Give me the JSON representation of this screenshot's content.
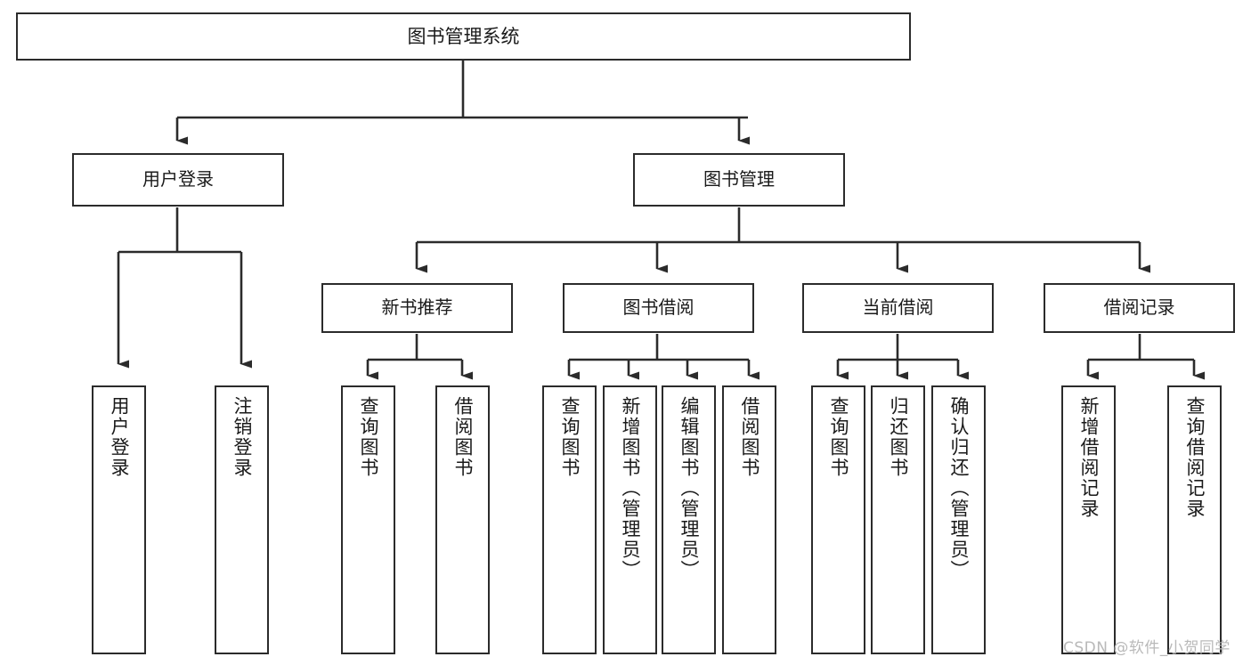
{
  "diagram": {
    "type": "tree-hierarchy-flowchart",
    "title": "图书管理系统",
    "watermark": "CSDN @软件_小贺同学",
    "colors": {
      "background": "#ffffff",
      "box_border": "#2b2b2b",
      "box_fill": "#ffffff",
      "text": "#1a1a1a",
      "connector": "#2b2b2b",
      "watermark": "#b9b9b9"
    },
    "nodes": {
      "root": {
        "label": "图书管理系统",
        "level": 0
      },
      "level1": [
        {
          "id": "user-login",
          "label": "用户登录"
        },
        {
          "id": "book-manage",
          "label": "图书管理"
        }
      ],
      "level2": [
        {
          "id": "new-book-recommend",
          "label": "新书推荐",
          "parent": "book-manage"
        },
        {
          "id": "book-borrow",
          "label": "图书借阅",
          "parent": "book-manage"
        },
        {
          "id": "current-borrow",
          "label": "当前借阅",
          "parent": "book-manage"
        },
        {
          "id": "borrow-record",
          "label": "借阅记录",
          "parent": "book-manage"
        }
      ],
      "leaves": [
        {
          "id": "leaf-user-login",
          "label": "用户登录",
          "parent": "user-login"
        },
        {
          "id": "leaf-logout-login",
          "label": "注销登录",
          "parent": "user-login"
        },
        {
          "id": "leaf-query-book-1",
          "label": "查询图书",
          "parent": "new-book-recommend"
        },
        {
          "id": "leaf-borrow-book-1",
          "label": "借阅图书",
          "parent": "new-book-recommend"
        },
        {
          "id": "leaf-query-book-2",
          "label": "查询图书",
          "parent": "book-borrow"
        },
        {
          "id": "leaf-add-book",
          "label": "新增图书（管理员）",
          "parent": "book-borrow"
        },
        {
          "id": "leaf-edit-book",
          "label": "编辑图书（管理员）",
          "parent": "book-borrow"
        },
        {
          "id": "leaf-borrow-book-2",
          "label": "借阅图书",
          "parent": "book-borrow"
        },
        {
          "id": "leaf-query-book-3",
          "label": "查询图书",
          "parent": "current-borrow"
        },
        {
          "id": "leaf-return-book",
          "label": "归还图书",
          "parent": "current-borrow"
        },
        {
          "id": "leaf-confirm-return",
          "label": "确认归还（管理员）",
          "parent": "current-borrow"
        },
        {
          "id": "leaf-add-record",
          "label": "新增借阅记录",
          "parent": "borrow-record"
        },
        {
          "id": "leaf-query-record",
          "label": "查询借阅记录",
          "parent": "borrow-record"
        }
      ]
    }
  }
}
